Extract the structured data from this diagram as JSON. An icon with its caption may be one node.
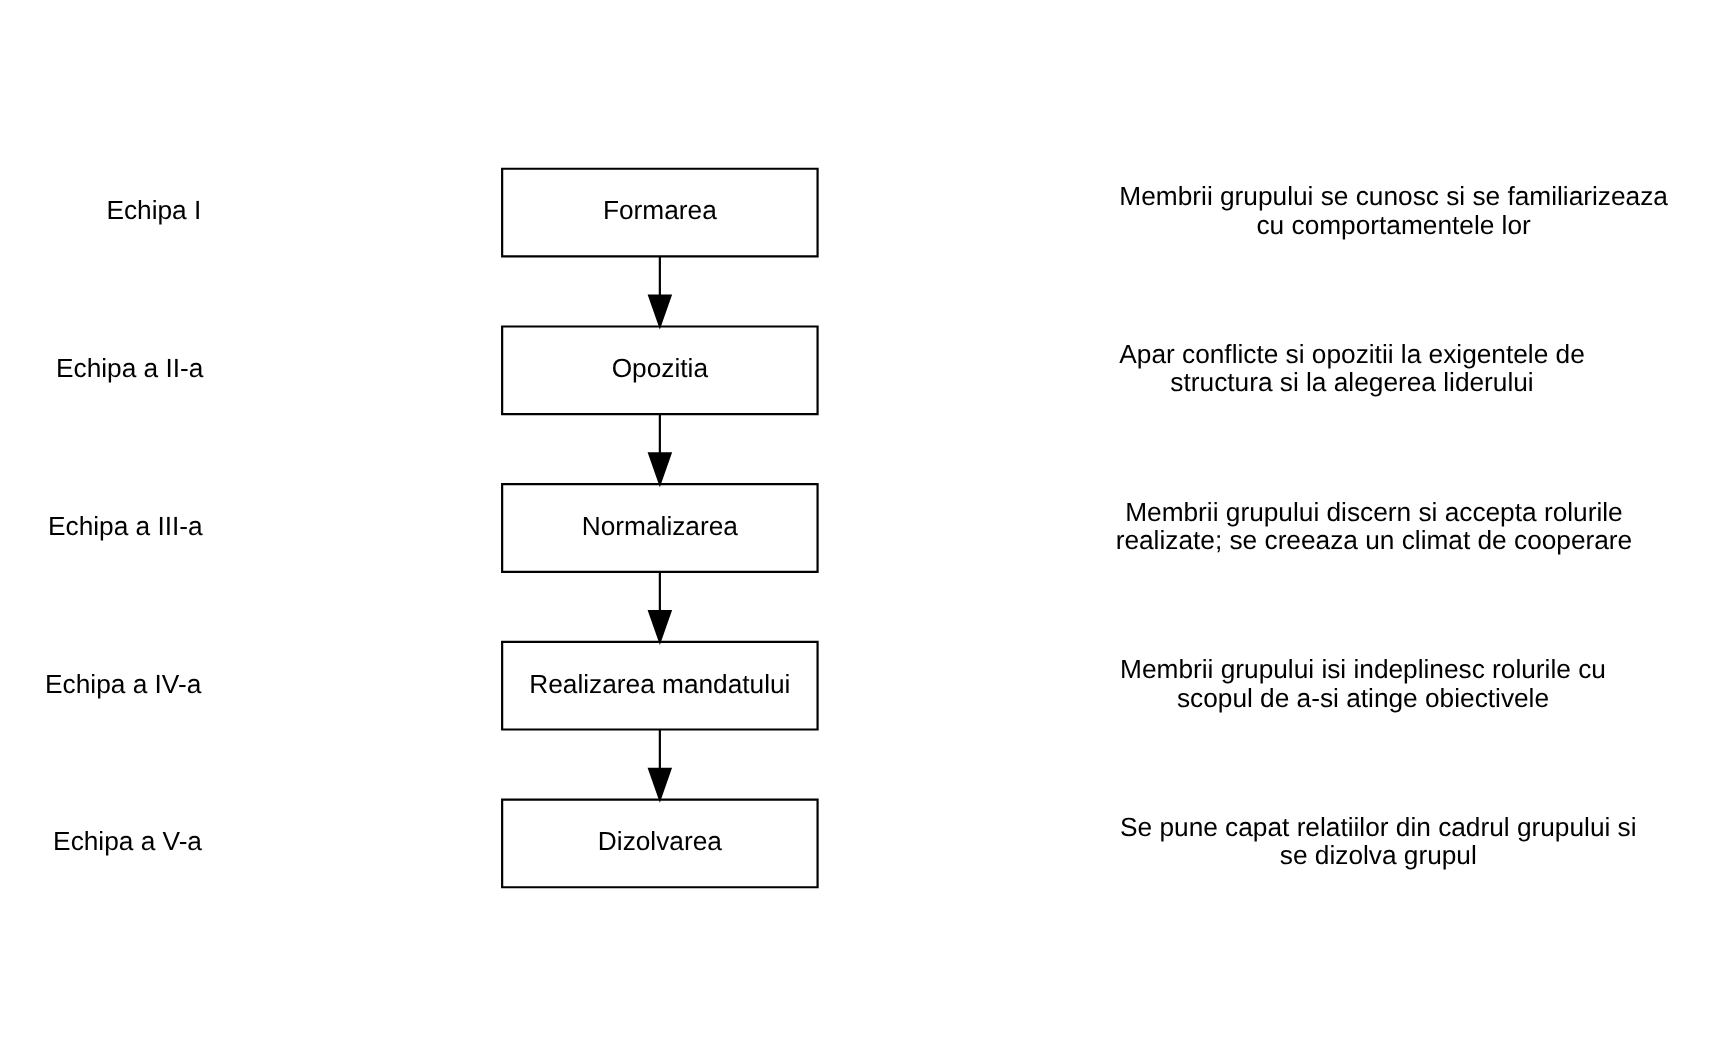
{
  "diagram": {
    "nodes": [
      {
        "text": [
          "Formarea"
        ]
      },
      {
        "text": [
          "Opozitia"
        ]
      },
      {
        "text": [
          "Normalizarea"
        ]
      },
      {
        "text": [
          "Realizarea mandatului"
        ]
      },
      {
        "text": [
          "Dizolvarea"
        ]
      }
    ],
    "edges": [
      {
        "from": 0,
        "to": 1,
        "arrow": "to"
      },
      {
        "from": 1,
        "to": 2,
        "arrow": "to"
      },
      {
        "from": 2,
        "to": 3,
        "arrow": "to"
      },
      {
        "from": 3,
        "to": 4,
        "arrow": "to"
      }
    ],
    "labels": [
      "Echipa I",
      "Membrii grupului se cunosc si se familiarizeaza cu comportamentele lor",
      "Echipa a II-a",
      "Apar conflicte si opozitii la exigentele de structura si la alegerea liderului",
      "Echipa a III-a",
      "Membrii grupului discern si accepta rolurile realizate; se creeaza un climat de cooperare",
      "Echipa a IV-a",
      "Membrii grupului isi indeplinesc rolurile cu scopul de a-si atinge obiectivele",
      "Echipa a V-a",
      "Se pune capat relatiilor din cadrul grupului si se dizolva grupul"
    ]
  }
}
